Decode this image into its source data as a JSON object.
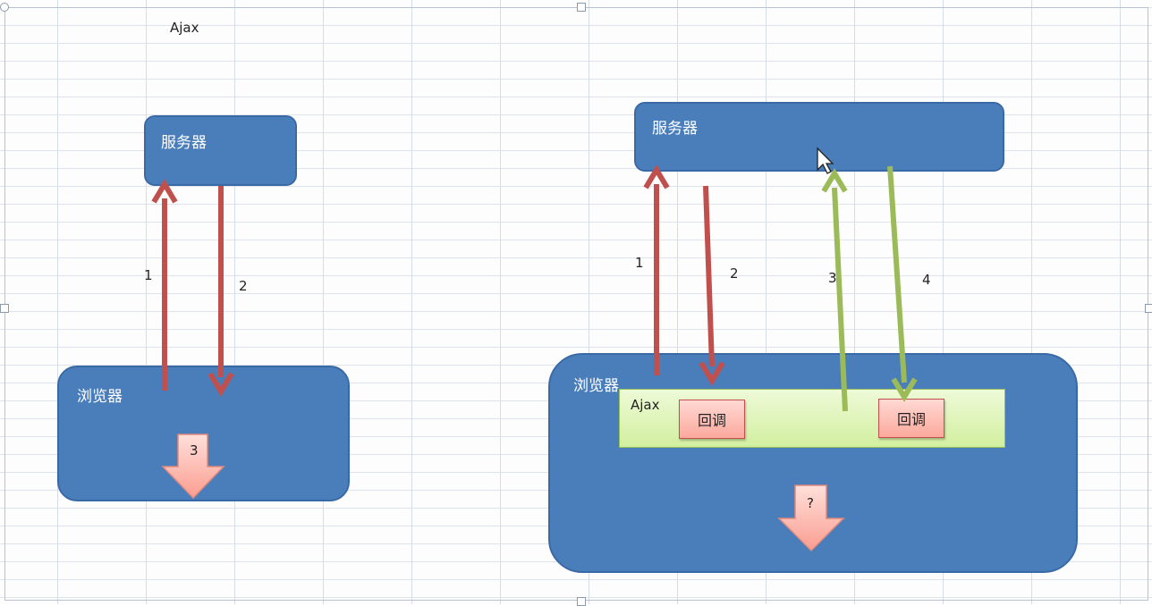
{
  "title": "Ajax",
  "left_diagram": {
    "server_label": "服务器",
    "browser_label": "浏览器",
    "arrow_labels": [
      "1",
      "2"
    ],
    "down_arrow_label": "3"
  },
  "right_diagram": {
    "server_label": "服务器",
    "browser_label": "浏览器",
    "ajax_label": "Ajax",
    "callback_labels": [
      "回调",
      "回调"
    ],
    "arrow_labels": [
      "1",
      "2",
      "3",
      "4"
    ],
    "down_arrow_label": "?"
  },
  "colors": {
    "box_fill": "#4a7ebb",
    "red_arrow": "#c0504d",
    "green_arrow": "#9bbb59",
    "ajax_fill": "#d7f1a8",
    "callback_fill": "#fcb8ad"
  }
}
